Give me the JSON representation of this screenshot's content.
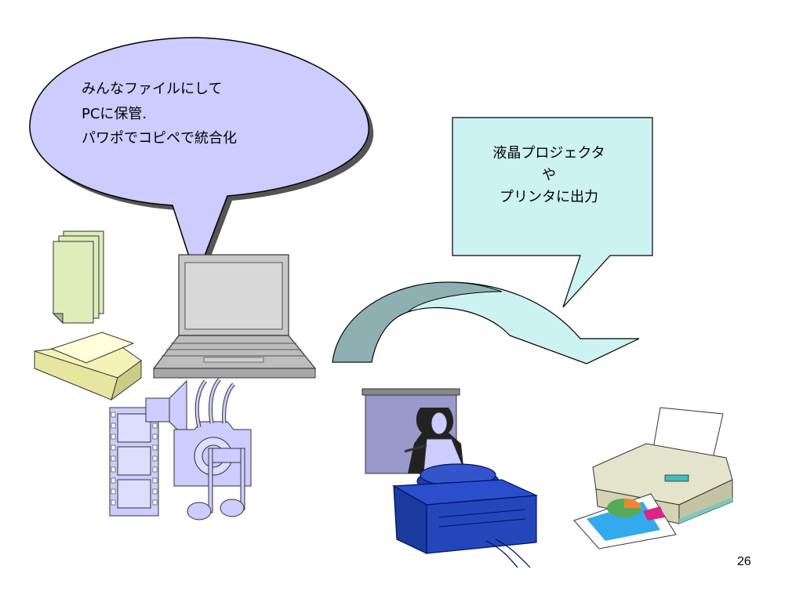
{
  "slide": {
    "bubble": {
      "lines": [
        "みんなファイルにして",
        "PCに保管.",
        "パワポでコピペで統合化"
      ],
      "fill": "#ccccff"
    },
    "arrow_callout": {
      "lines": [
        "液晶プロジェクタ",
        "や",
        "プリンタに出力"
      ],
      "fill": "#ccf2f2"
    },
    "curved_arrow": {
      "fill_dark": "#8fb0b0",
      "fill_light": "#ccf2f2"
    },
    "page_number": "26",
    "icons": [
      "documents-icon",
      "scanner-icon",
      "laptop-icon",
      "film-strip-icon",
      "speaker-icon",
      "camera-icon",
      "music-note-icon",
      "presenter-screen-icon",
      "slide-projector-icon",
      "printer-icon"
    ]
  }
}
